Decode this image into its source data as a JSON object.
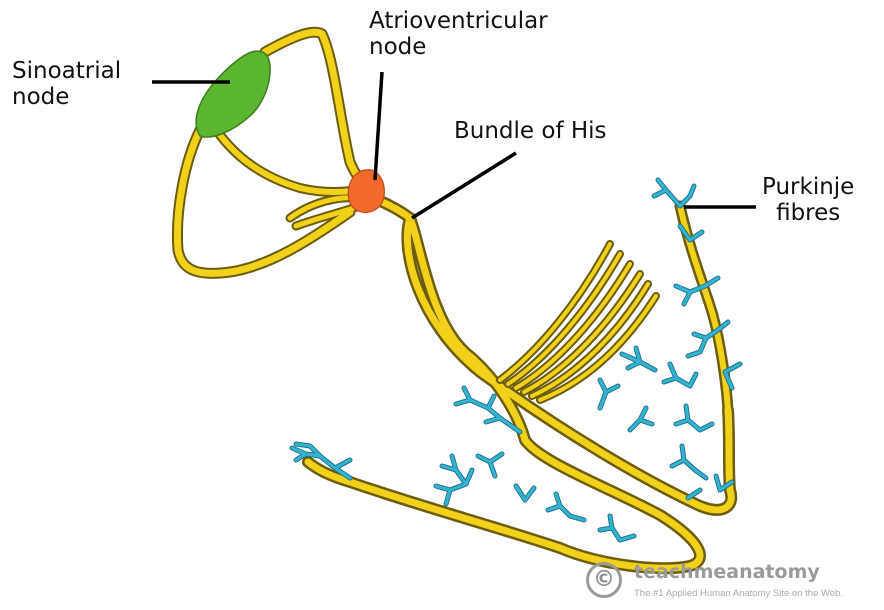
{
  "labels": {
    "sinoatrial_line1": "Sinoatrial",
    "sinoatrial_line2": "node",
    "av_line1": "Atrioventricular",
    "av_line2": "node",
    "bundle": "Bundle of His",
    "purkinje_line1": "Purkinje",
    "purkinje_line2": "fibres"
  },
  "watermark": {
    "icon": "copyright-icon",
    "symbol": "©",
    "name": "teachmeanatomy",
    "tagline": "The #1 Applied Human Anatomy Site on the Web."
  },
  "colors": {
    "conduction_fiber": "#f2d11a",
    "purkinje_fibres": "#32b3d1",
    "sinoatrial_node": "#5ab52f",
    "atrioventricular_node": "#f26a2b",
    "pointer_lines": "#000000"
  }
}
